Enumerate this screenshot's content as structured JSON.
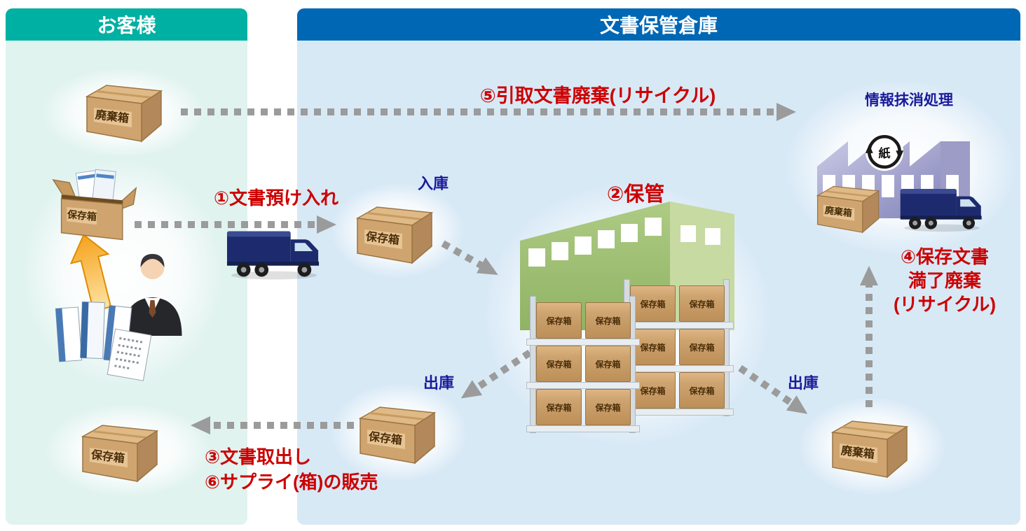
{
  "customer_panel": {
    "title": "お客様"
  },
  "warehouse_panel": {
    "title": "文書保管倉庫"
  },
  "steps": {
    "deposit": "①文書預け入れ",
    "storage": "②保管",
    "retrieval": "③文書取出し",
    "expiry_disposal": [
      "④保存文書",
      "満了廃棄",
      "(リサイクル)"
    ],
    "pickup_disposal": "⑤引取文書廃棄(リサイクル)",
    "supply_sales": "⑥サプライ(箱)の販売"
  },
  "flow_labels": {
    "inbound": "入庫",
    "outbound_left": "出庫",
    "outbound_right": "出庫"
  },
  "box_labels": {
    "storage": "保存箱",
    "disposal": "廃棄箱"
  },
  "factory": {
    "title": "情報抹消処理",
    "recycle_char": "紙"
  },
  "colors": {
    "customer_header": "#00b0a2",
    "customer_bg": "#e0f3ef",
    "warehouse_header": "#0067b5",
    "warehouse_bg": "#d8e9f6",
    "step_text": "#cc0000",
    "flow_text": "#1b1b9b",
    "arrow": "#9b9b9b",
    "cardboard": "#cfa46f",
    "warehouse_green": "#a8c77e",
    "factory_purple": "#9a9ac8",
    "truck_navy": "#1d2b6e"
  }
}
